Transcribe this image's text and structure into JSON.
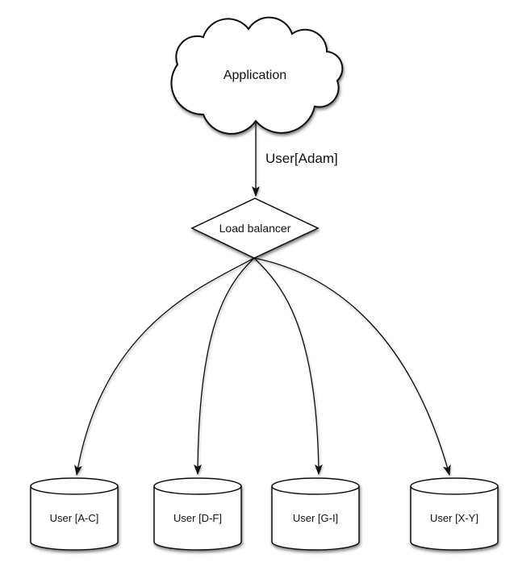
{
  "diagram": {
    "nodes": {
      "application": {
        "label": "Application",
        "shape": "cloud"
      },
      "load_balancer": {
        "label": "Load balancer",
        "shape": "diamond"
      },
      "shards": [
        {
          "label": "User [A-C]",
          "shape": "cylinder"
        },
        {
          "label": "User [D-F]",
          "shape": "cylinder"
        },
        {
          "label": "User [G-I]",
          "shape": "cylinder"
        },
        {
          "label": "User [X-Y]",
          "shape": "cylinder"
        }
      ]
    },
    "edges": {
      "app_to_lb": {
        "label": "User[Adam]"
      }
    },
    "colors": {
      "stroke": "#111111",
      "shape_fill": "#ffffff",
      "background": "#ffffff"
    }
  }
}
